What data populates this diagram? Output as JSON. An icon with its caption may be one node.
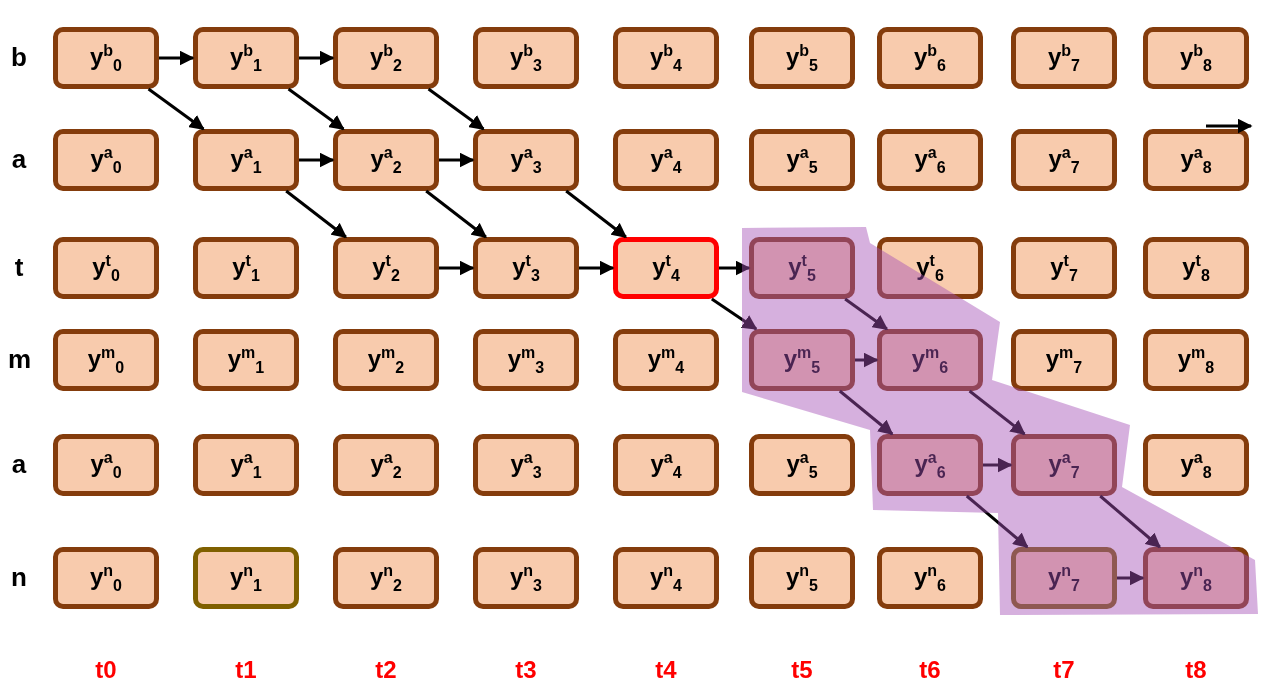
{
  "diagram": {
    "nodes": [
      {
        "text": [
          "y$^{b}$$_{0}$"
        ]
      },
      {
        "text": [
          "y$^{b}$$_{1}$"
        ]
      },
      {
        "text": [
          "y$^{b}$$_{2}$"
        ]
      },
      {
        "text": [
          "y$^{b}$$_{3}$"
        ]
      },
      {
        "text": [
          "y$^{b}$$_{4}$"
        ]
      },
      {
        "text": [
          "y$^{b}$$_{5}$"
        ]
      },
      {
        "text": [
          "y$^{b}$$_{6}$"
        ]
      },
      {
        "text": [
          "y$^{b}$$_{7}$"
        ]
      },
      {
        "text": [
          "y$^{b}$$_{8}$"
        ]
      },
      {
        "text": [
          "y$^{a}$$_{0}$"
        ]
      },
      {
        "text": [
          "y$^{a}$$_{1}$"
        ]
      },
      {
        "text": [
          "y$^{a}$$_{2}$"
        ]
      },
      {
        "text": [
          "y$^{a}$$_{3}$"
        ]
      },
      {
        "text": [
          "y$^{a}$$_{4}$"
        ]
      },
      {
        "text": [
          "y$^{a}$$_{5}$"
        ]
      },
      {
        "text": [
          "y$^{a}$$_{6}$"
        ]
      },
      {
        "text": [
          "y$^{a}$$_{7}$"
        ]
      },
      {
        "text": [
          "y$^{a}$$_{8}$"
        ]
      },
      {
        "text": [
          "y$^{t}$$_{0}$"
        ]
      },
      {
        "text": [
          "y$^{t}$$_{1}$"
        ]
      },
      {
        "text": [
          "y$^{t}$$_{2}$"
        ]
      },
      {
        "text": [
          "y$^{t}$$_{3}$"
        ]
      },
      {
        "text": [
          "y$^{t}$$_{4}$"
        ]
      },
      {
        "text": [
          "y$^{t}$$_{5}$"
        ]
      },
      {
        "text": [
          "y$^{t}$$_{6}$"
        ]
      },
      {
        "text": [
          "y$^{t}$$_{7}$"
        ]
      },
      {
        "text": [
          "y$^{t}$$_{8}$"
        ]
      },
      {
        "text": [
          "y$^{m}$$_{0}$"
        ]
      },
      {
        "text": [
          "y$^{m}$$_{1}$"
        ]
      },
      {
        "text": [
          "y$^{m}$$_{2}$"
        ]
      },
      {
        "text": [
          "y$^{m}$$_{3}$"
        ]
      },
      {
        "text": [
          "y$^{m}$$_{4}$"
        ]
      },
      {
        "text": [
          "y$^{m}$$_{5}$"
        ]
      },
      {
        "text": [
          "y$^{m}$$_{6}$"
        ]
      },
      {
        "text": [
          "y$^{m}$$_{7}$"
        ]
      },
      {
        "text": [
          "y$^{m}$$_{8}$"
        ]
      },
      {
        "text": [
          "y$^{a}$$_{0}$"
        ]
      },
      {
        "text": [
          "y$^{a}$$_{1}$"
        ]
      },
      {
        "text": [
          "y$^{a}$$_{2}$"
        ]
      },
      {
        "text": [
          "y$^{a}$$_{3}$"
        ]
      },
      {
        "text": [
          "y$^{a}$$_{4}$"
        ]
      },
      {
        "text": [
          "y$^{a}$$_{5}$"
        ]
      },
      {
        "text": [
          "y$^{a}$$_{6}$"
        ]
      },
      {
        "text": [
          "y$^{a}$$_{7}$"
        ]
      },
      {
        "text": [
          "y$^{a}$$_{8}$"
        ]
      },
      {
        "text": [
          "y$^{n}$$_{0}$"
        ]
      },
      {
        "text": [
          "y$^{n}$$_{1}$"
        ]
      },
      {
        "text": [
          "y$^{n}$$_{2}$"
        ]
      },
      {
        "text": [
          "y$^{n}$$_{3}$"
        ]
      },
      {
        "text": [
          "y$^{n}$$_{4}$"
        ]
      },
      {
        "text": [
          "y$^{n}$$_{5}$"
        ]
      },
      {
        "text": [
          "y$^{n}$$_{6}$"
        ]
      },
      {
        "text": [
          "y$^{n}$$_{7}$"
        ]
      },
      {
        "text": [
          "y$^{n}$$_{8}$"
        ]
      }
    ],
    "edges": [
      {
        "from": 0,
        "to": 1,
        "arrow": "to"
      },
      {
        "from": 0,
        "to": 10,
        "arrow": "to"
      },
      {
        "from": 1,
        "to": 2,
        "arrow": "to"
      },
      {
        "from": 1,
        "to": 11,
        "arrow": "to"
      },
      {
        "from": 2,
        "to": 12,
        "arrow": "to"
      },
      {
        "from": 10,
        "to": 11,
        "arrow": "to"
      },
      {
        "from": 10,
        "to": 20,
        "arrow": "to"
      },
      {
        "from": 11,
        "to": 12,
        "arrow": "to"
      },
      {
        "from": 11,
        "to": 21,
        "arrow": "to"
      },
      {
        "from": 12,
        "to": 22,
        "arrow": "to"
      },
      {
        "from": 20,
        "to": 21,
        "arrow": "to"
      },
      {
        "from": 21,
        "to": 22,
        "arrow": "to"
      },
      {
        "from": 22,
        "to": 23,
        "arrow": "to"
      },
      {
        "from": 22,
        "to": 32,
        "arrow": "to"
      },
      {
        "from": 23,
        "to": 33,
        "arrow": "to"
      },
      {
        "from": 32,
        "to": 33,
        "arrow": "to"
      },
      {
        "from": 32,
        "to": 42,
        "arrow": "to"
      },
      {
        "from": 33,
        "to": 43,
        "arrow": "to"
      },
      {
        "from": 42,
        "to": 43,
        "arrow": "to"
      },
      {
        "from": 42,
        "to": 52,
        "arrow": "to"
      },
      {
        "from": 43,
        "to": 53,
        "arrow": "to"
      },
      {
        "from": 52,
        "to": 53,
        "arrow": "to"
      }
    ],
    "labels": [
      "b",
      "a",
      "t",
      "m",
      "a",
      "n",
      "t0",
      "t1",
      "t2",
      "t3",
      "t4",
      "t5",
      "t6",
      "t7",
      "t8"
    ]
  }
}
